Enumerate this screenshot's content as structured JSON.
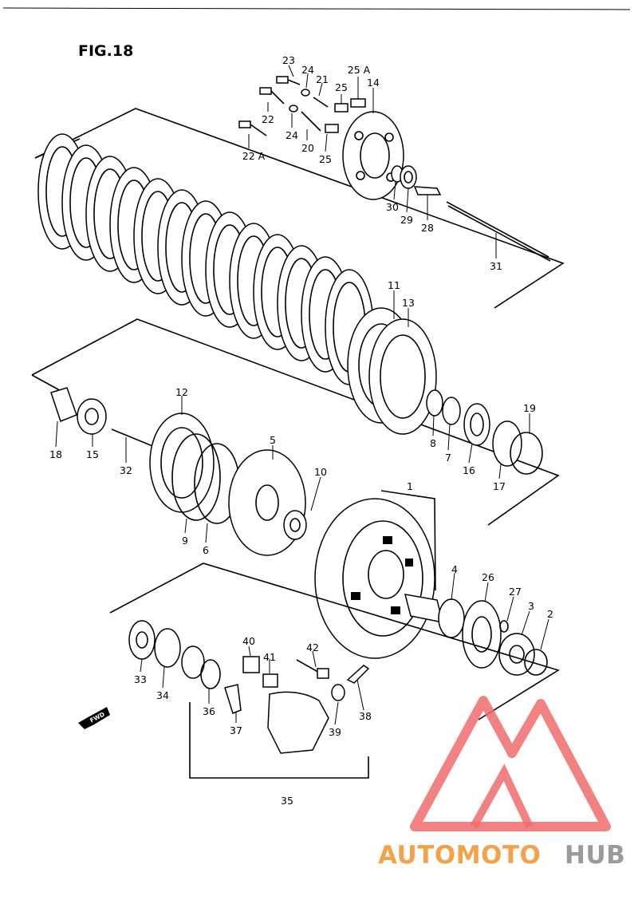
{
  "figure": {
    "title": "FIG.18"
  },
  "direction": {
    "label": "FWD"
  },
  "parts": [
    {
      "ref": "23",
      "text": "23"
    },
    {
      "ref": "24a",
      "text": "24"
    },
    {
      "ref": "21",
      "text": "21"
    },
    {
      "ref": "25a",
      "text": "25"
    },
    {
      "ref": "25A",
      "text": "25 A"
    },
    {
      "ref": "14",
      "text": "14"
    },
    {
      "ref": "22",
      "text": "22"
    },
    {
      "ref": "24b",
      "text": "24"
    },
    {
      "ref": "20",
      "text": "20"
    },
    {
      "ref": "25b",
      "text": "25"
    },
    {
      "ref": "22A",
      "text": "22 A"
    },
    {
      "ref": "30",
      "text": "30"
    },
    {
      "ref": "29",
      "text": "29"
    },
    {
      "ref": "28",
      "text": "28"
    },
    {
      "ref": "31",
      "text": "31"
    },
    {
      "ref": "11",
      "text": "11"
    },
    {
      "ref": "13",
      "text": "13"
    },
    {
      "ref": "12",
      "text": "12"
    },
    {
      "ref": "18",
      "text": "18"
    },
    {
      "ref": "15",
      "text": "15"
    },
    {
      "ref": "32",
      "text": "32"
    },
    {
      "ref": "8",
      "text": "8"
    },
    {
      "ref": "7",
      "text": "7"
    },
    {
      "ref": "16",
      "text": "16"
    },
    {
      "ref": "17",
      "text": "17"
    },
    {
      "ref": "19",
      "text": "19"
    },
    {
      "ref": "5",
      "text": "5"
    },
    {
      "ref": "10",
      "text": "10"
    },
    {
      "ref": "9",
      "text": "9"
    },
    {
      "ref": "6",
      "text": "6"
    },
    {
      "ref": "1",
      "text": "1"
    },
    {
      "ref": "4",
      "text": "4"
    },
    {
      "ref": "26",
      "text": "26"
    },
    {
      "ref": "27",
      "text": "27"
    },
    {
      "ref": "3",
      "text": "3"
    },
    {
      "ref": "2",
      "text": "2"
    },
    {
      "ref": "33",
      "text": "33"
    },
    {
      "ref": "34",
      "text": "34"
    },
    {
      "ref": "36",
      "text": "36"
    },
    {
      "ref": "37",
      "text": "37"
    },
    {
      "ref": "40",
      "text": "40"
    },
    {
      "ref": "41",
      "text": "41"
    },
    {
      "ref": "42",
      "text": "42"
    },
    {
      "ref": "38",
      "text": "38"
    },
    {
      "ref": "39",
      "text": "39"
    },
    {
      "ref": "35",
      "text": "35"
    }
  ],
  "watermark": {
    "text_1": "AUTOMOTO",
    "text_2": "HUB",
    "color_1": "#f4a24a",
    "color_2": "#9a9a9a",
    "logo_color": "#f06c6c"
  }
}
